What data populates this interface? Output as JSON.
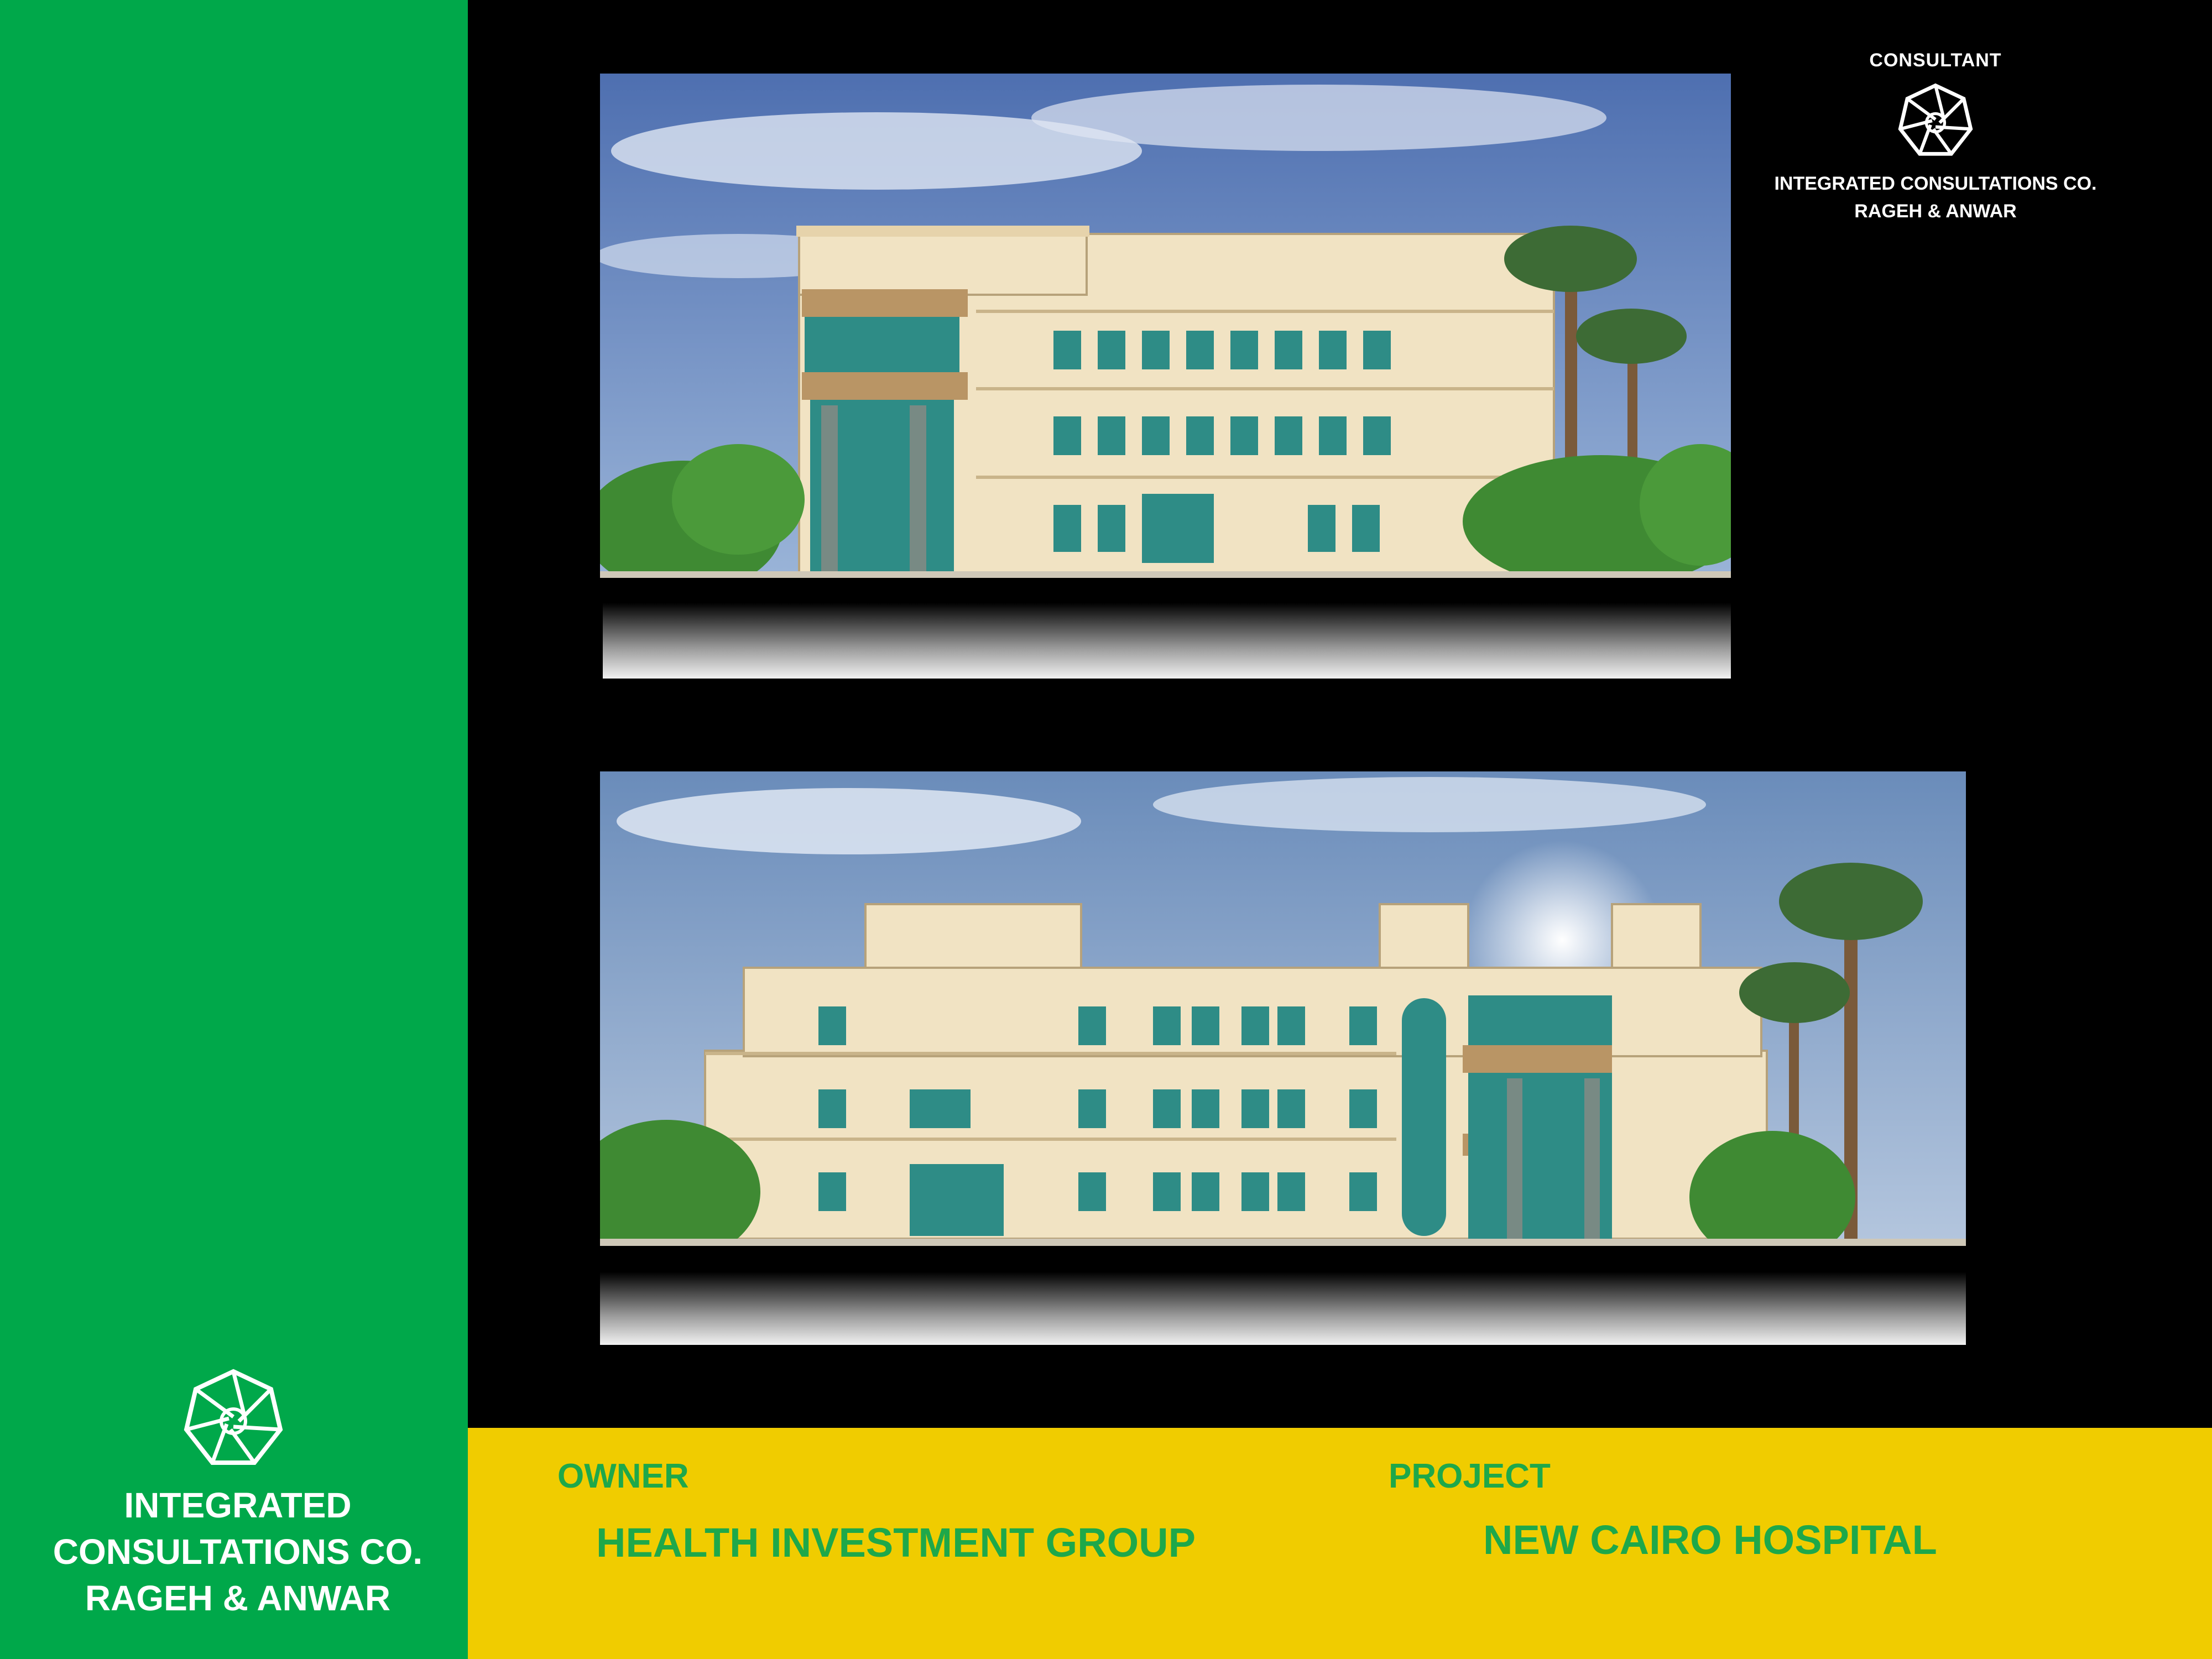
{
  "sidebar": {
    "logo_icon": "company-logo-icon",
    "company_lines": [
      "INTEGRATED",
      "CONSULTATIONS CO.",
      "RAGEH & ANWAR"
    ]
  },
  "consultant": {
    "label": "CONSULTANT",
    "logo_icon": "company-logo-icon",
    "name_lines": [
      "INTEGRATED CONSULTATIONS CO.",
      "RAGEH & ANWAR"
    ]
  },
  "renders": [
    {
      "view": "side-elevation",
      "image": "hospital-elevation-render"
    },
    {
      "view": "front-elevation",
      "image": "hospital-elevation-render"
    }
  ],
  "footer": {
    "owner_label": "OWNER",
    "owner_value": "HEALTH INVESTMENT GROUP",
    "project_label": "PROJECT",
    "project_value": "NEW CAIRO HOSPITAL"
  },
  "colors": {
    "sidebar_green": "#00a84a",
    "footer_yellow": "#f0cc00",
    "footer_text_green": "#1ea84a",
    "background": "#000000"
  }
}
